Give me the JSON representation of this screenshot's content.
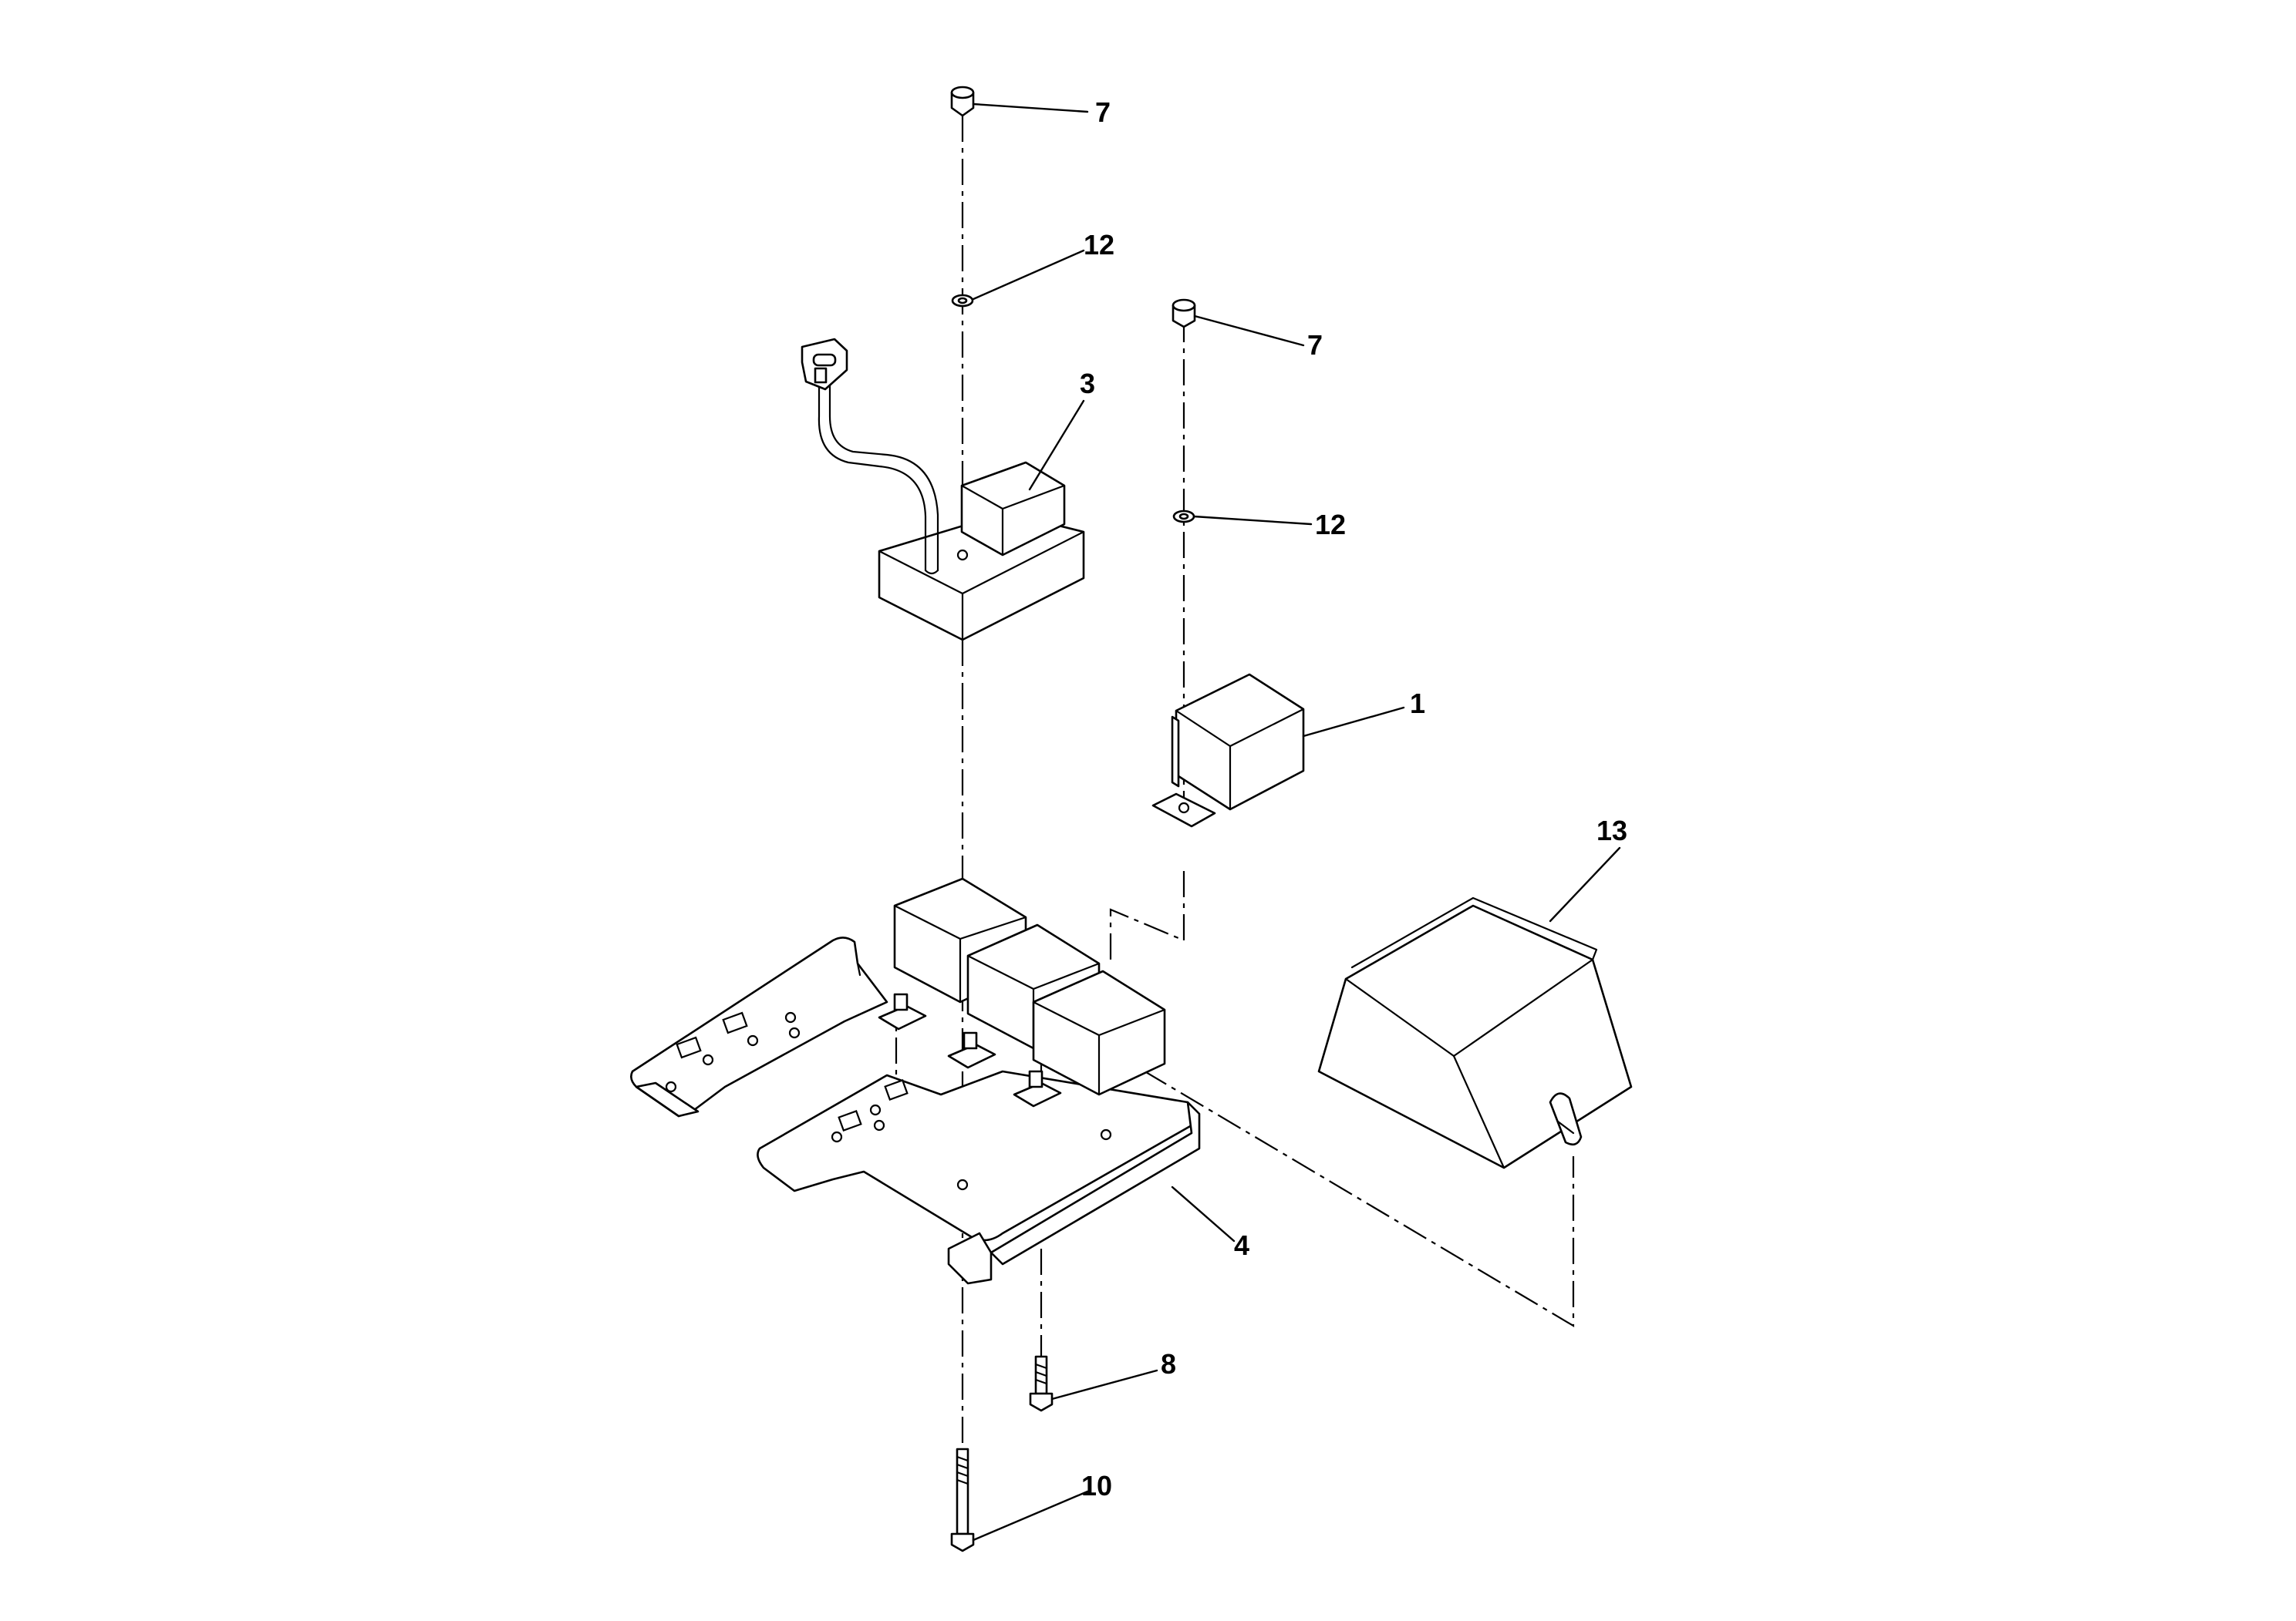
{
  "callouts": {
    "nut_top": "7",
    "washer_top": "12",
    "nut_right": "7",
    "module": "3",
    "washer_right": "12",
    "relay": "1",
    "cover": "13",
    "bracket": "4",
    "bolt_short": "8",
    "bolt_long": "10"
  },
  "colors": {
    "ink": "#000000",
    "paper": "#ffffff"
  }
}
